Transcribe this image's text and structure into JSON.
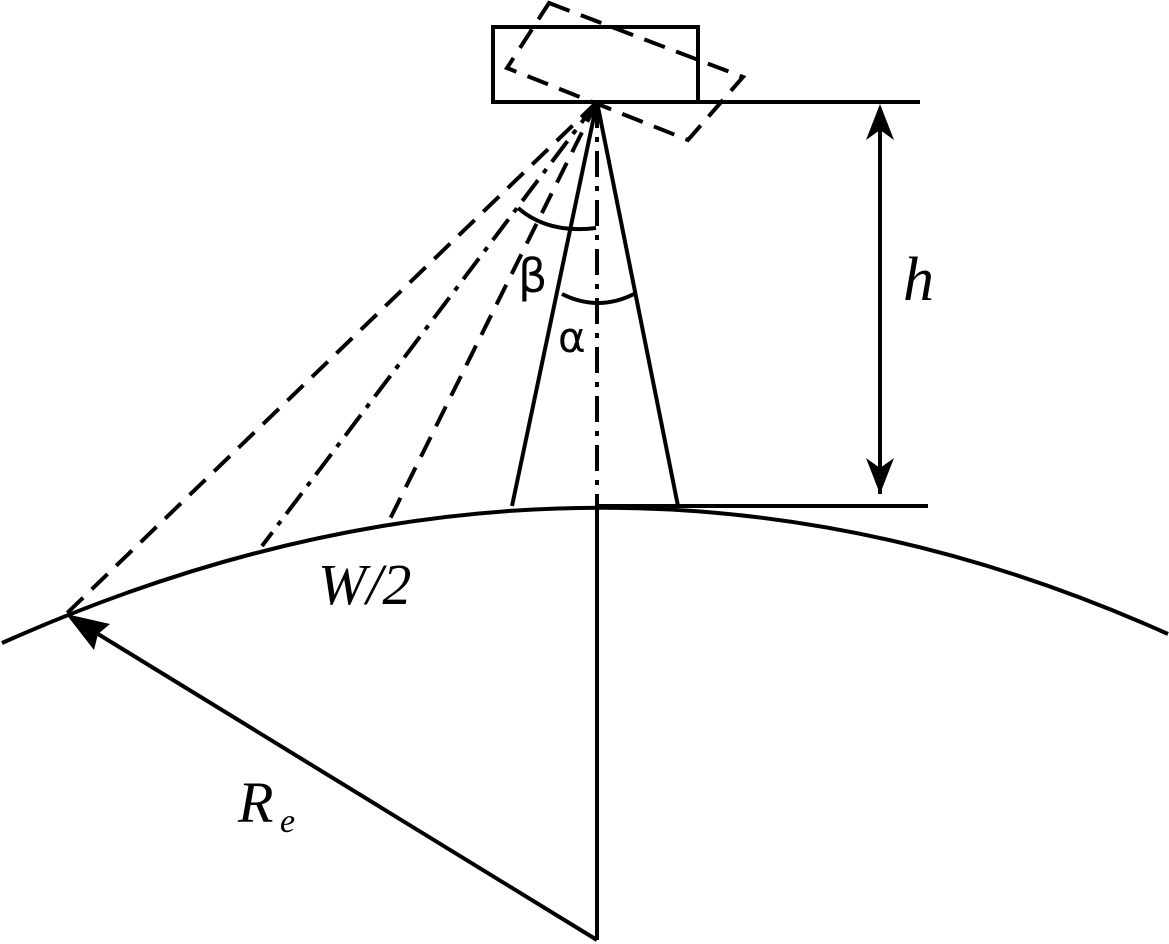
{
  "diagram": {
    "labels": {
      "beta": "β",
      "alpha": "α",
      "height": "h",
      "half_swath": "W/2",
      "radius_main": "R",
      "radius_sub": "e"
    }
  }
}
